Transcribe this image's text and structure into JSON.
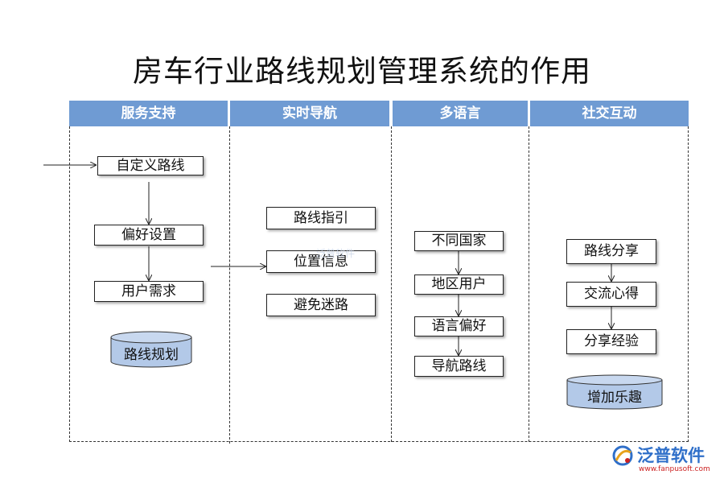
{
  "title": "房车行业路线规划管理系统的作用",
  "columns": [
    {
      "header": "服务支持",
      "items": [
        "自定义路线",
        "偏好设置",
        "用户需求"
      ],
      "store": "路线规划"
    },
    {
      "header": "实时导航",
      "items": [
        "路线指引",
        "位置信息",
        "避免迷路"
      ]
    },
    {
      "header": "多语言",
      "items": [
        "不同国家",
        "地区用户",
        "语言偏好",
        "导航路线"
      ]
    },
    {
      "header": "社交互动",
      "items": [
        "路线分享",
        "交流心得",
        "分享经验"
      ],
      "store": "增加乐趣"
    }
  ],
  "watermark": "泛普软件",
  "logo": {
    "name": "泛普软件",
    "url": "www.fanpusoft.com"
  },
  "colors": {
    "header_bg": "#6f9bd3",
    "logo": "#2f6fc9"
  }
}
